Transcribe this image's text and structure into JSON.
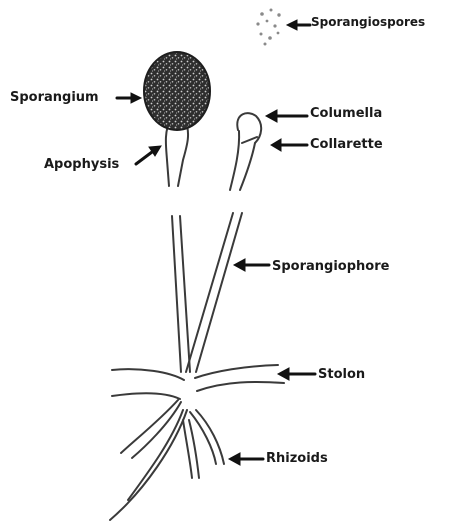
{
  "labels": {
    "sporangiospores": "Sporangiospores",
    "sporangium": "Sporangium",
    "apophysis": "Apophysis",
    "columella": "Columella",
    "collarette": "Collarette",
    "sporangiophore": "Sporangiophore",
    "stolon": "Stolon",
    "rhizoids": "Rhizoids"
  },
  "colors": {
    "stroke": "#3a3a3a",
    "sporangium_fill": "#4a4a4a",
    "arrow": "#111111",
    "spores": "#8a8a8a"
  }
}
